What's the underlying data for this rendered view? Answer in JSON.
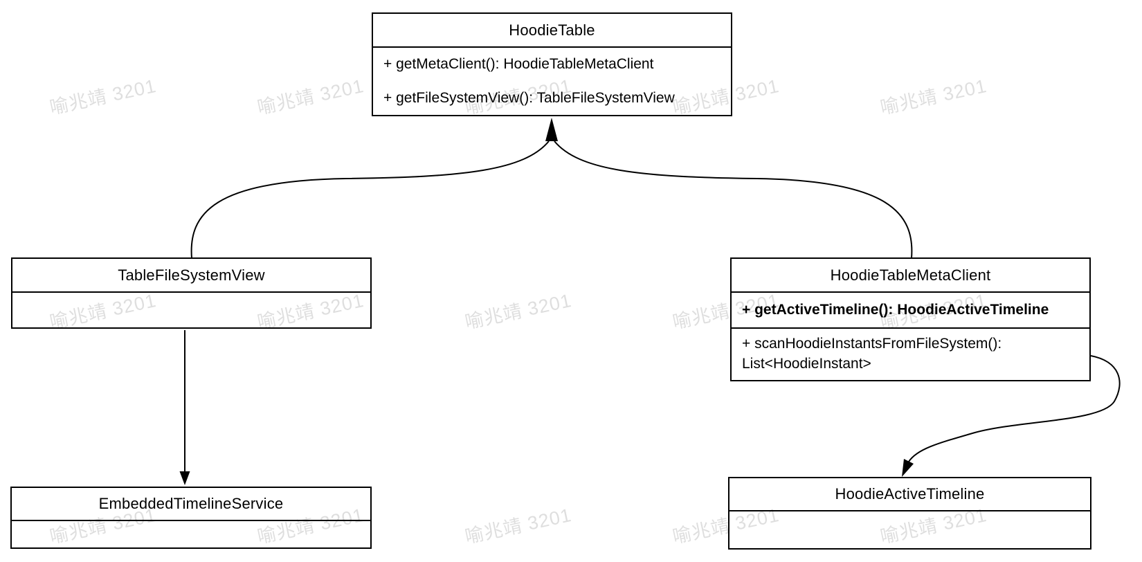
{
  "diagram_type": "uml-class-diagram",
  "classes": {
    "hoodie_table": {
      "title": "HoodieTable",
      "method1": "+ getMetaClient(): HoodieTableMetaClient",
      "method2": "+ getFileSystemView(): TableFileSystemView"
    },
    "table_file_system_view": {
      "title": "TableFileSystemView"
    },
    "hoodie_table_meta_client": {
      "title": "HoodieTableMetaClient",
      "method1": "+ getActiveTimeline(): HoodieActiveTimeline",
      "method2_line1": "+ scanHoodieInstantsFromFileSystem():",
      "method2_line2": "List<HoodieInstant>"
    },
    "embedded_timeline_service": {
      "title": "EmbeddedTimelineService"
    },
    "hoodie_active_timeline": {
      "title": "HoodieActiveTimeline"
    }
  },
  "edges": [
    {
      "from": "TableFileSystemView",
      "to": "HoodieTable",
      "shape": "curved",
      "arrowhead_at": "HoodieTable bottom"
    },
    {
      "from": "HoodieTableMetaClient",
      "to": "HoodieTable",
      "shape": "curved",
      "arrowhead_at": "HoodieTable bottom"
    },
    {
      "from": "TableFileSystemView",
      "to": "EmbeddedTimelineService",
      "shape": "straight-vertical",
      "arrowhead_at": "EmbeddedTimelineService top"
    },
    {
      "from": "HoodieTableMetaClient",
      "to": "HoodieActiveTimeline",
      "shape": "s-curve",
      "arrowhead_at": "HoodieActiveTimeline top"
    }
  ],
  "watermark": {
    "text": "喻兆靖 3201",
    "color": "#d8d8d8"
  },
  "colors": {
    "background": "#ffffff",
    "box_fill": "#ffffff",
    "stroke": "#000000"
  }
}
